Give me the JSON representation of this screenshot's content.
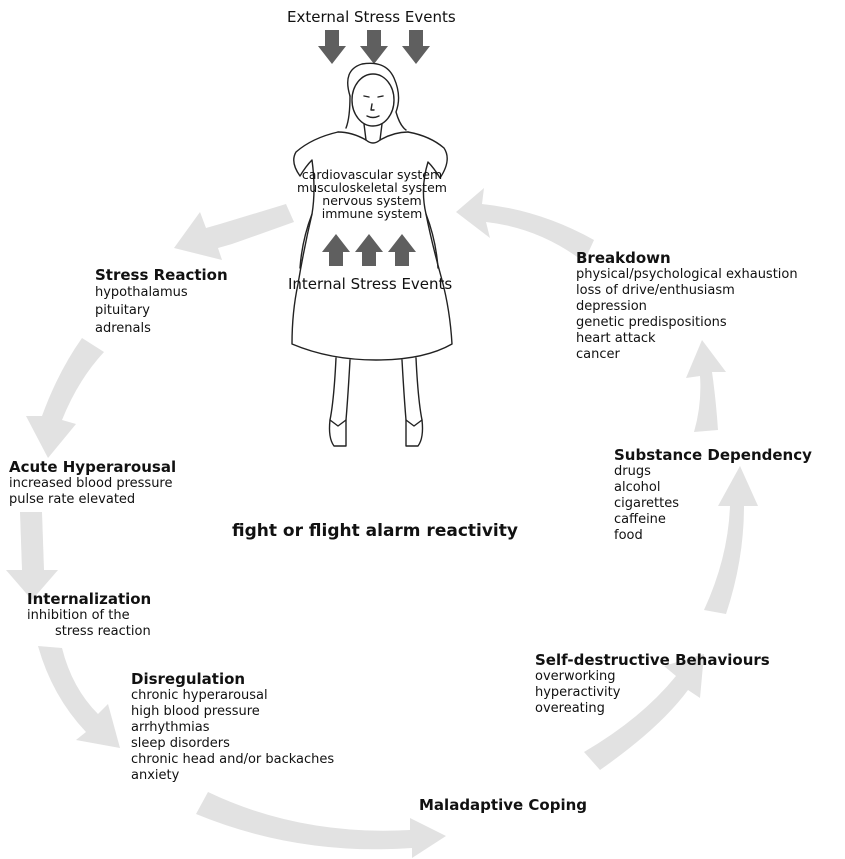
{
  "external_label": "External Stress Events",
  "internal_label": "Internal Stress Events",
  "body_systems": [
    "cardiovascular system",
    "musculoskeletal system",
    "nervous system",
    "immune system"
  ],
  "center_title": "fight or flight alarm reactivity",
  "stages": {
    "stress_reaction": {
      "title": "Stress Reaction",
      "items": [
        "hypothalamus",
        "pituitary",
        "adrenals"
      ]
    },
    "acute_hyperarousal": {
      "title": "Acute Hyperarousal",
      "items": [
        "increased blood pressure",
        "pulse rate elevated"
      ]
    },
    "internalization": {
      "title": "Internalization",
      "items": [
        "inhibition of the",
        "stress reaction"
      ]
    },
    "disregulation": {
      "title": "Disregulation",
      "items": [
        "chronic hyperarousal",
        "high blood pressure",
        "arrhythmias",
        "sleep disorders",
        "chronic head and/or backaches",
        "anxiety"
      ]
    },
    "maladaptive_coping": {
      "title": "Maladaptive Coping"
    },
    "self_destructive": {
      "title": "Self-destructive Behaviours",
      "items": [
        "overworking",
        "hyperactivity",
        "overeating"
      ]
    },
    "substance_dependency": {
      "title": "Substance Dependency",
      "items": [
        "drugs",
        "alcohol",
        "cigarettes",
        "caffeine",
        "food"
      ]
    },
    "breakdown": {
      "title": "Breakdown",
      "items": [
        "physical/psychological exhaustion",
        "loss of drive/enthusiasm",
        "depression",
        "genetic predispositions",
        "heart attack",
        "cancer"
      ]
    }
  },
  "colors": {
    "cycle_arrow": "#e2e2e2",
    "stress_arrow": "#5f5f5f",
    "figure_line": "#222222"
  }
}
